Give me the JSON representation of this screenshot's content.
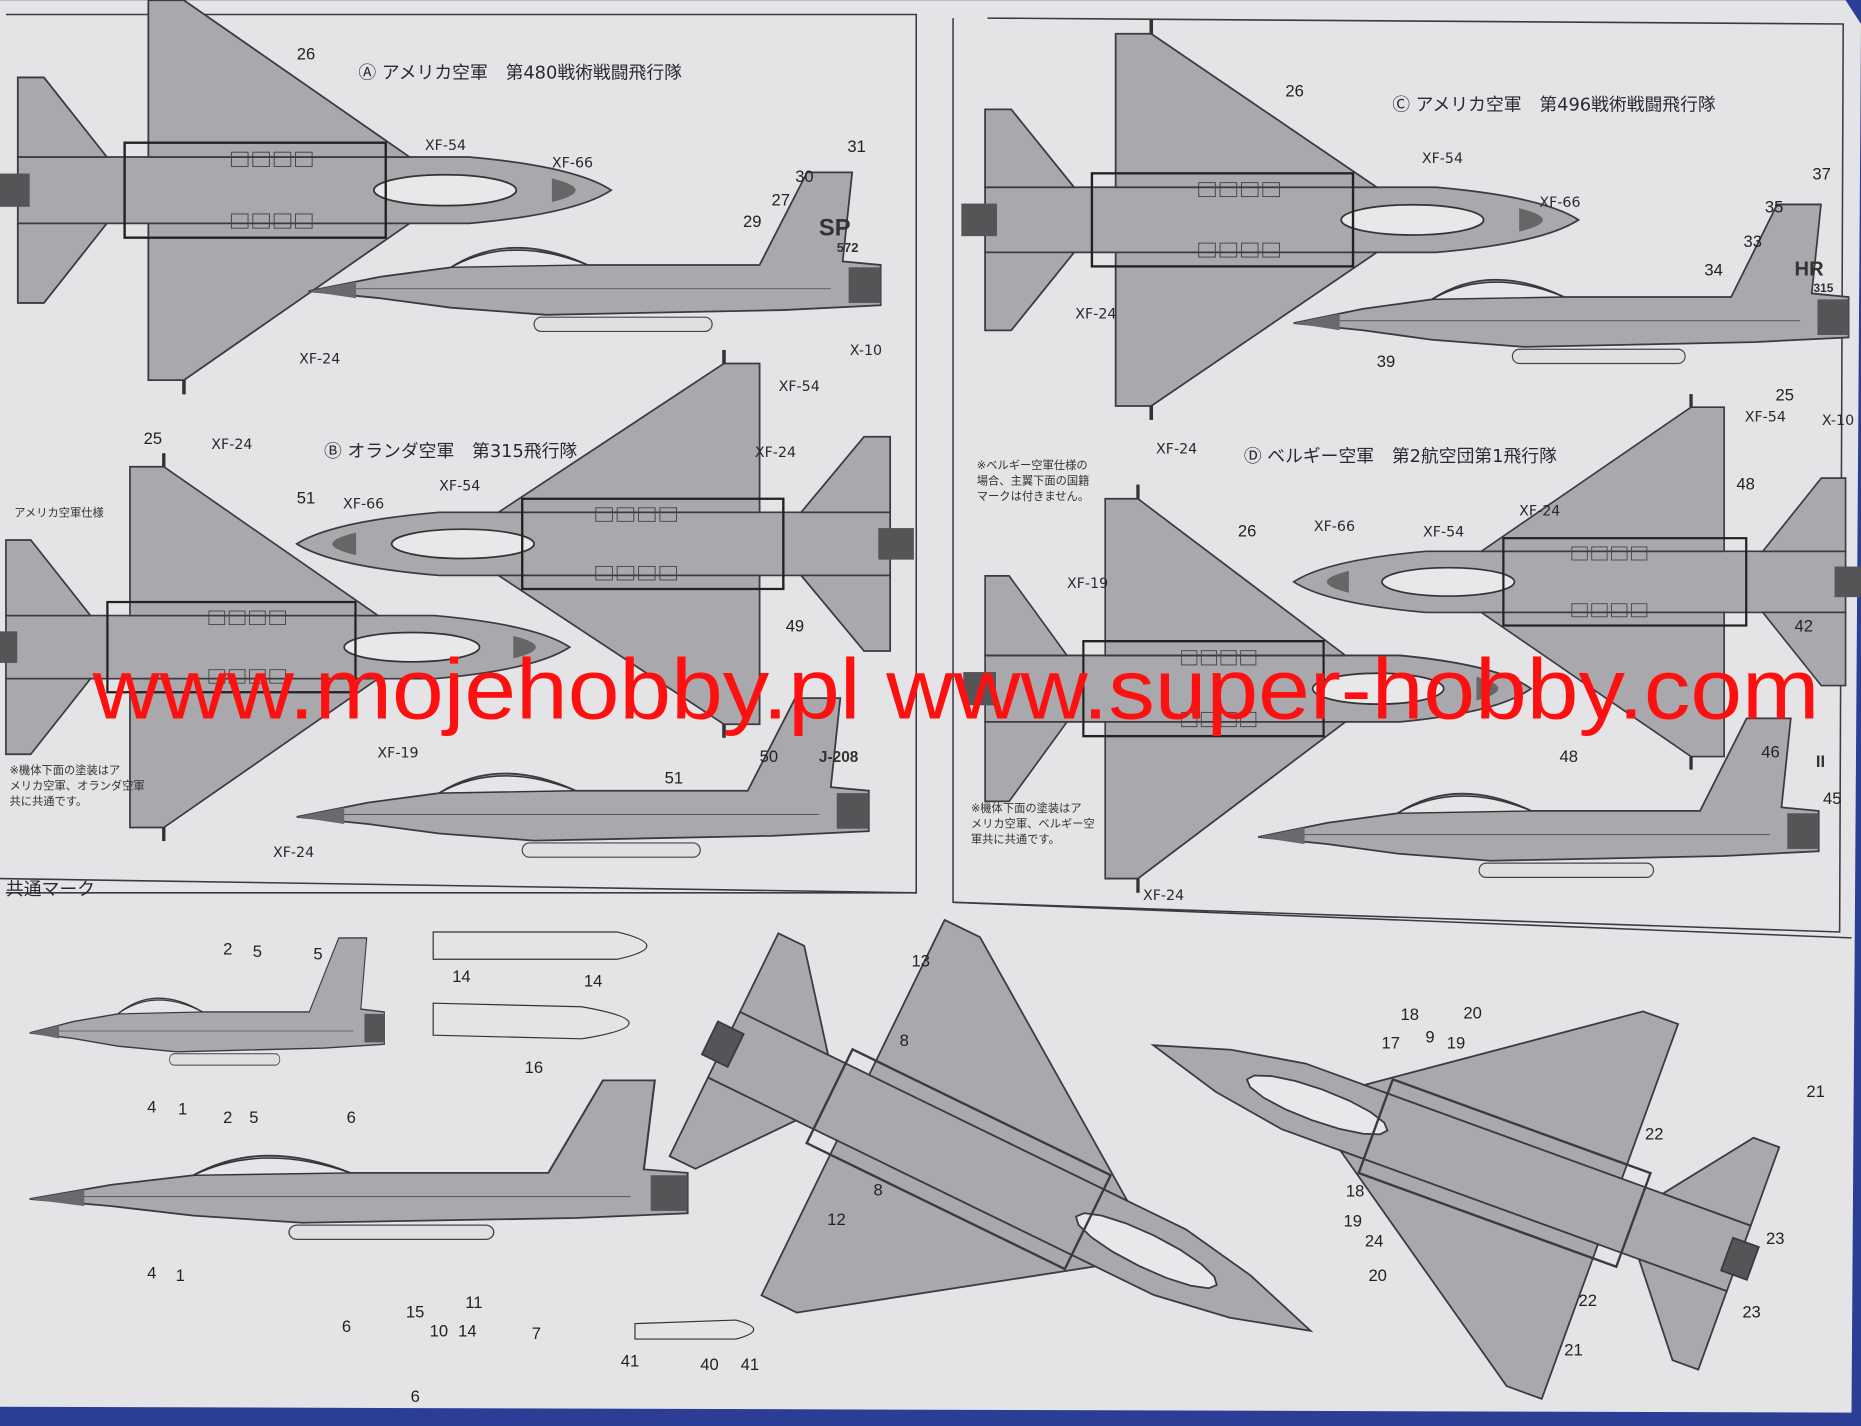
{
  "colors": {
    "paper": "#e4e4e6",
    "aircraft": "#a9a9ad",
    "aircraft_dark": "#555558",
    "line": "#3a3a40",
    "watermark": "#ff1010",
    "border_blue": "#2b3d94"
  },
  "panels": {
    "a": {
      "title": "Ⓐ アメリカ空軍　第480戦術戦闘飛行隊",
      "tail_code": "SP",
      "serial": "572",
      "callouts": [
        "26",
        "XF-54",
        "XF-66",
        "31",
        "30",
        "27",
        "29",
        "XF-24",
        "X-10",
        "XF-54"
      ]
    },
    "b": {
      "title": "Ⓑ オランダ空軍　第315飛行隊",
      "tail_code": "J-208",
      "usaf_spec": "アメリカ空軍仕様",
      "note": [
        "※機体下面の塗装はア",
        "メリカ空軍、オランダ空軍",
        "共に共通です。"
      ],
      "callouts": [
        "25",
        "XF-24",
        "51",
        "XF-66",
        "XF-54",
        "XF-24",
        "XF-19",
        "49",
        "50",
        "51",
        "XF-24"
      ]
    },
    "c": {
      "title": "Ⓒ アメリカ空軍　第496戦術戦闘飛行隊",
      "tail_code": "HR",
      "serial": "315",
      "callouts": [
        "26",
        "XF-54",
        "XF-66",
        "37",
        "35",
        "33",
        "34",
        "XF-24",
        "39",
        "25",
        "XF-54",
        "X-10"
      ]
    },
    "d": {
      "title": "Ⓓ ベルギー空軍　第2航空団第1飛行隊",
      "tail_code": "II",
      "note_top": [
        "※ベルギー空軍仕様の",
        "場合、主翼下面の国籍",
        "マークは付きません。"
      ],
      "note_bottom": [
        "※機体下面の塗装はア",
        "メリカ空軍、ベルギー空",
        "軍共に共通です。"
      ],
      "callouts": [
        "XF-24",
        "26",
        "XF-66",
        "XF-54",
        "XF-19",
        "XF-24",
        "48",
        "48",
        "42",
        "46",
        "45",
        "XF-24"
      ]
    }
  },
  "common": {
    "title": "共通マーク",
    "callouts": [
      "2",
      "5",
      "5",
      "4",
      "1",
      "6",
      "14",
      "14",
      "16",
      "2",
      "5",
      "4",
      "1",
      "6",
      "15",
      "10",
      "14",
      "11",
      "7",
      "41",
      "40",
      "41",
      "13",
      "8",
      "8",
      "12",
      "18",
      "20",
      "17",
      "9",
      "19",
      "21",
      "22",
      "18",
      "19",
      "24",
      "20",
      "22",
      "23",
      "23",
      "21"
    ]
  },
  "page_number": "6",
  "watermark": "www.mojehobby.pl www.super-hobby.com"
}
